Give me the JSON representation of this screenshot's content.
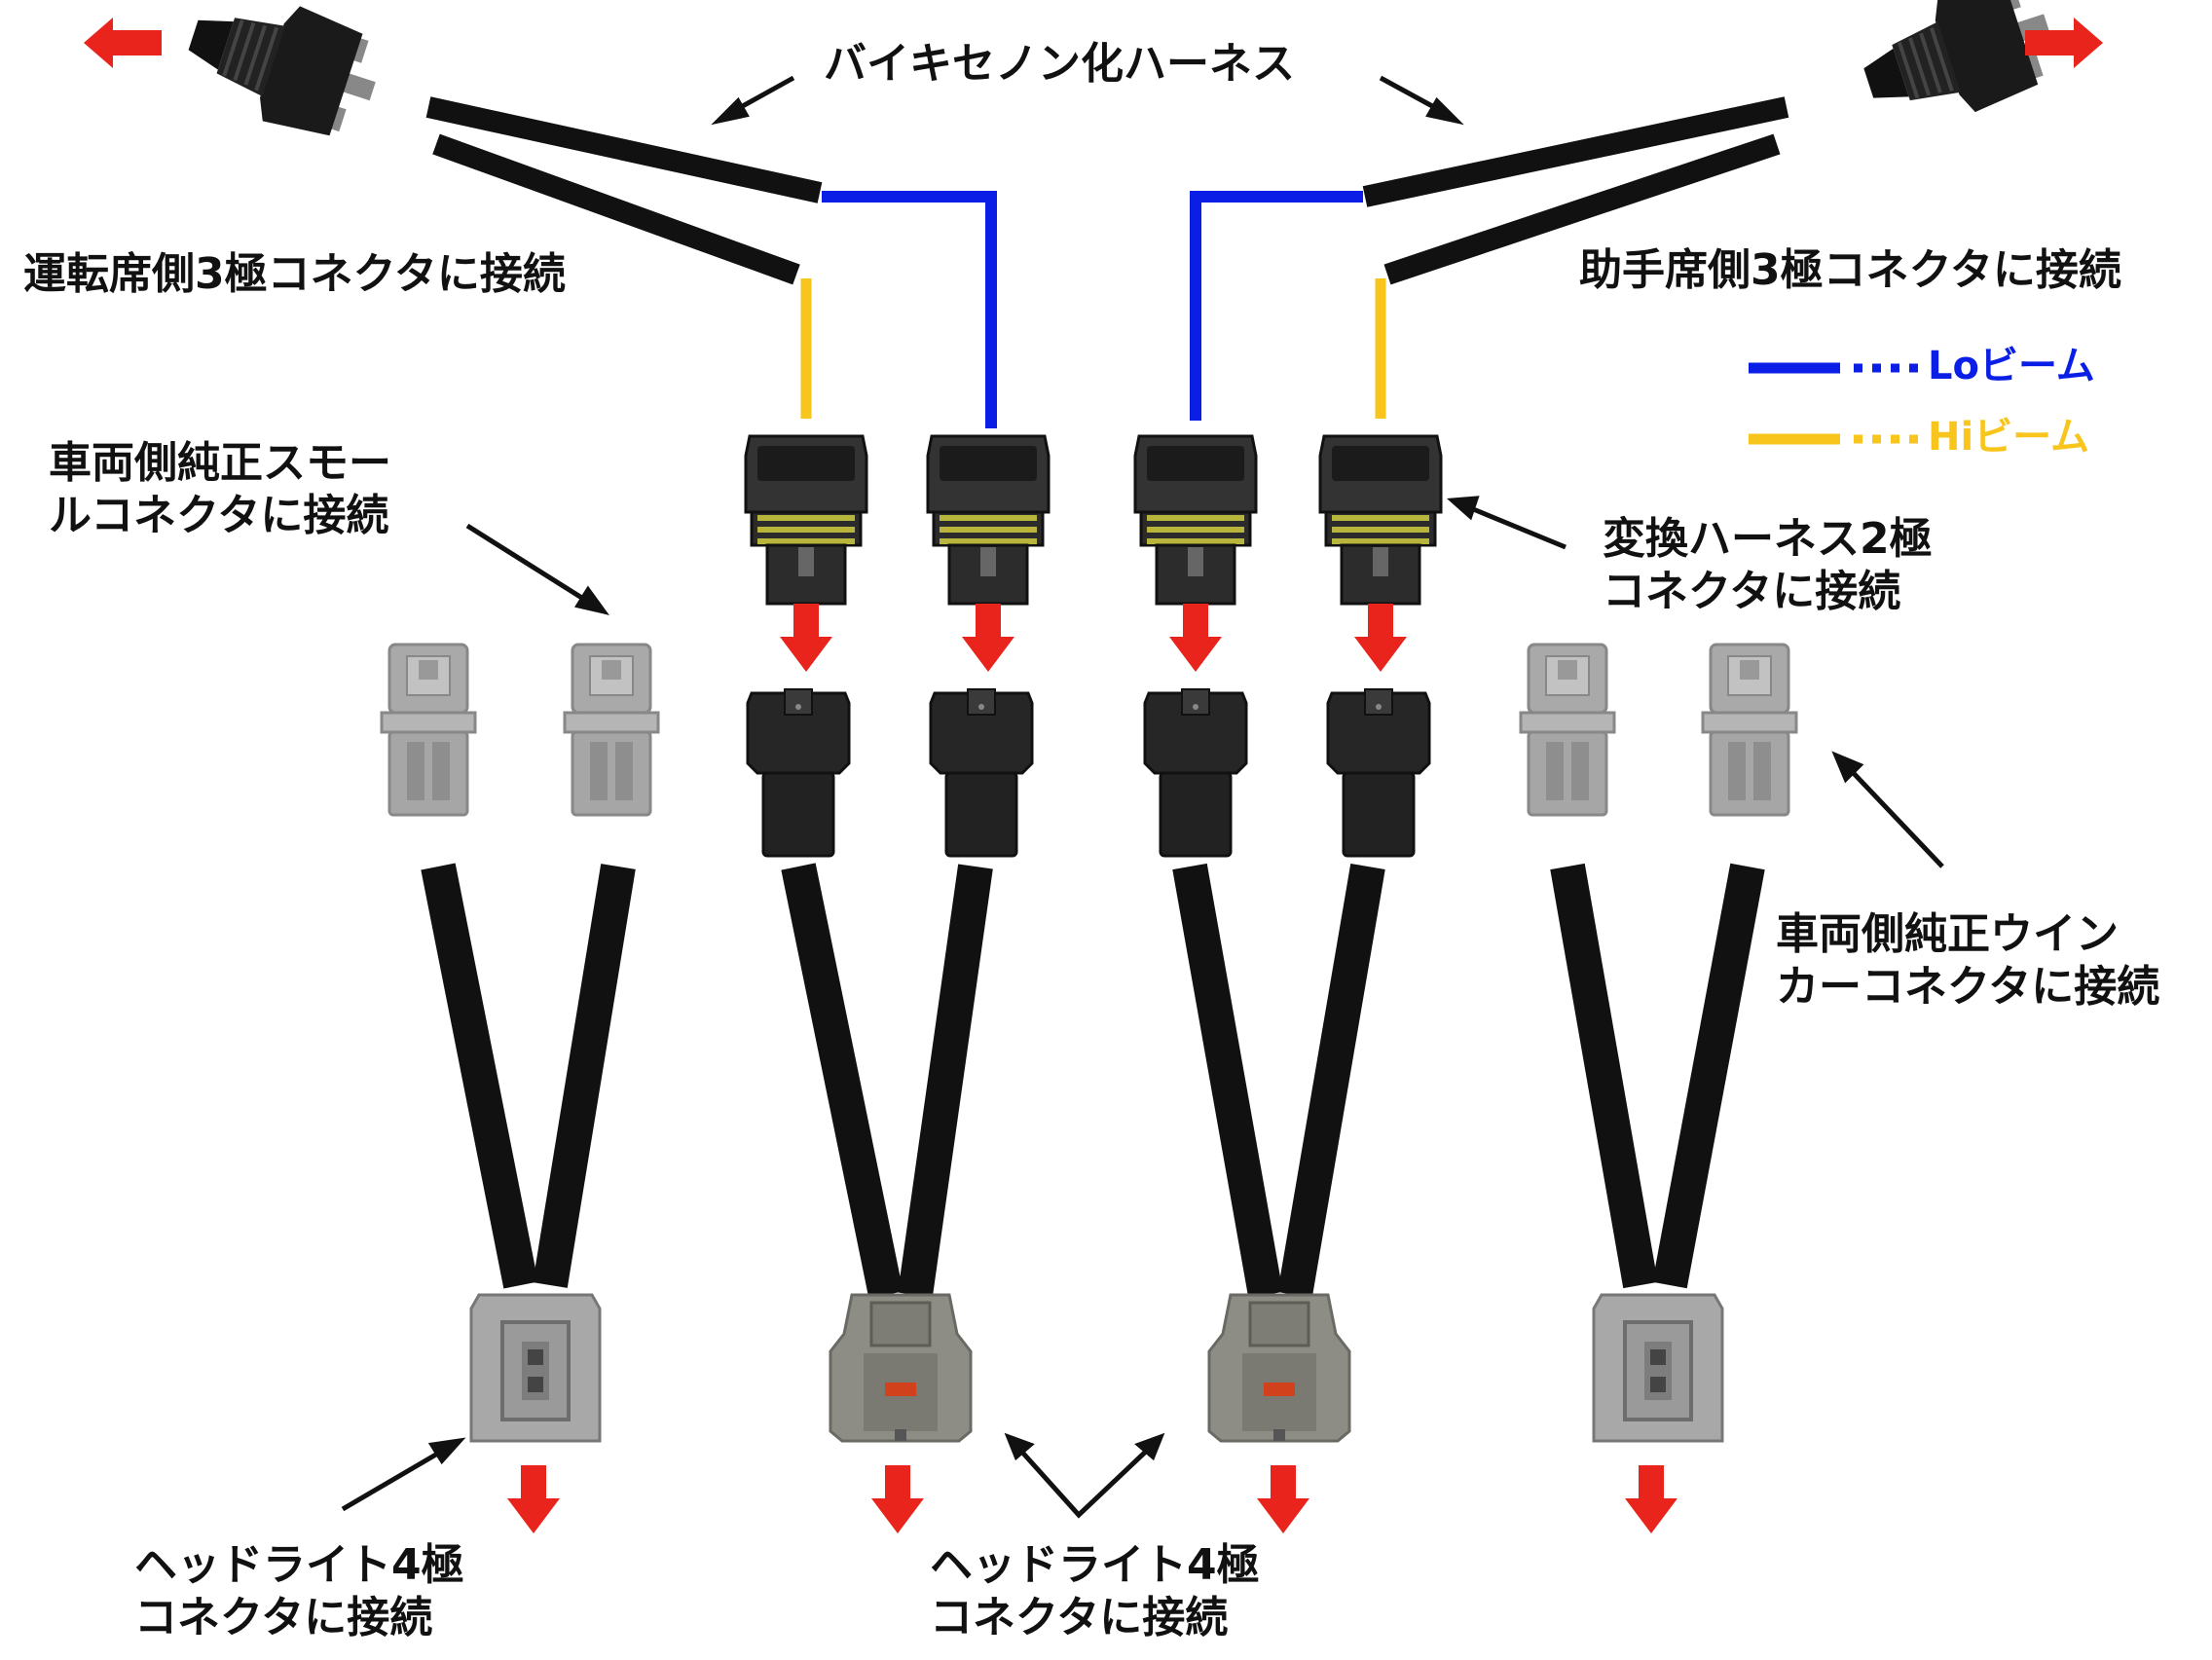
{
  "title": "バイキセノン化ハーネス",
  "labels": {
    "driver_side": "運転席側3極コネクタに接続",
    "passenger_side": "助手席側3極コネクタに接続",
    "small_line1": "車両側純正スモー",
    "small_line2": "ルコネクタに接続",
    "conv_line1": "変換ハーネス2極",
    "conv_line2": "コネクタに接続",
    "winker_line1": "車両側純正ウイン",
    "winker_line2": "カーコネクタに接続",
    "hl_left_line1": "ヘッドライト4極",
    "hl_left_line2": "コネクタに接続",
    "hl_center_line1": "ヘッドライト4極",
    "hl_center_line2": "コネクタに接続"
  },
  "legend": [
    {
      "label": "Loビーム",
      "color": "#0a1ee6"
    },
    {
      "label": "Hiビーム",
      "color": "#f7c51c"
    }
  ],
  "colors": {
    "lo_wire": "#0a1ee6",
    "hi_wire": "#f7c51c",
    "cable": "#111111",
    "red_arrow": "#e8241c",
    "grey_connector": "#a6a6a6",
    "mid_connector": "#8a8a84"
  }
}
